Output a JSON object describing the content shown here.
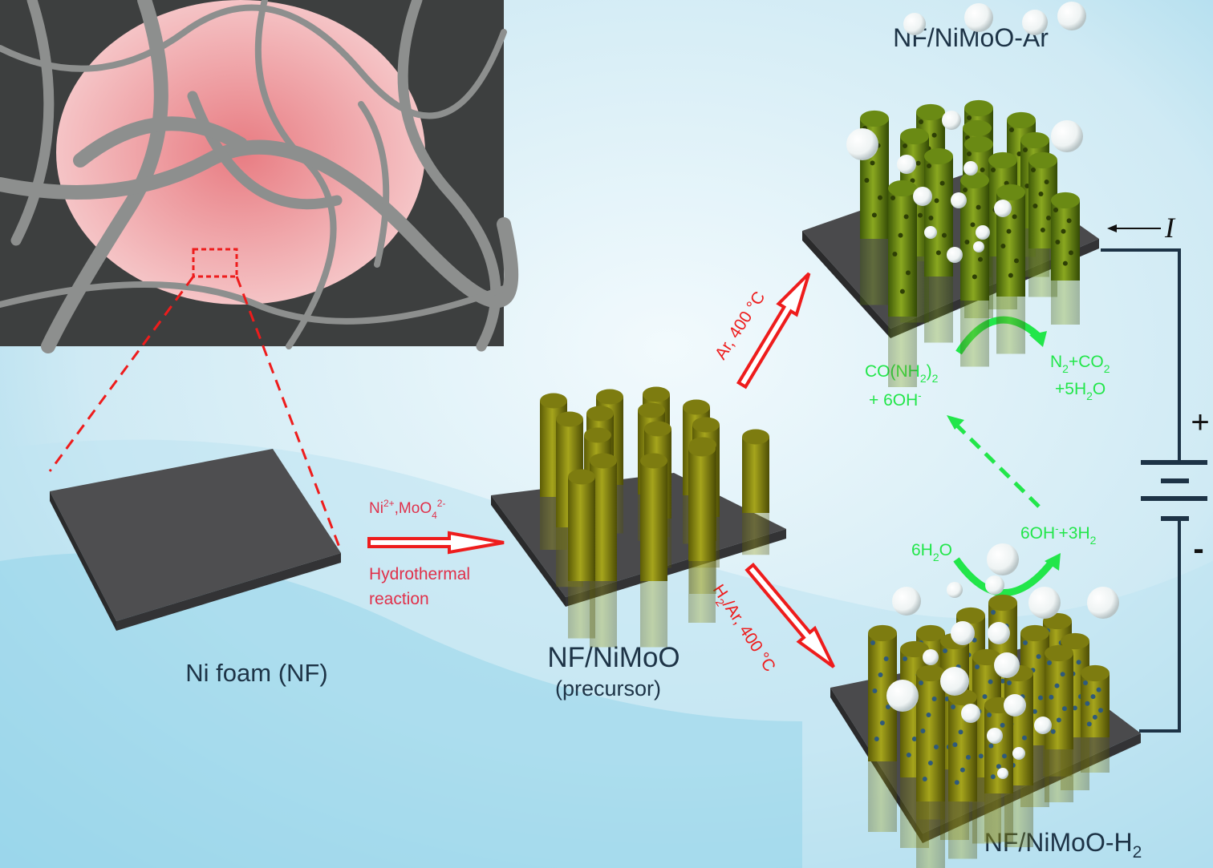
{
  "labels": {
    "ni_foam": "Ni foam (NF)",
    "precursor_title": "NF/NiMoO",
    "precursor_sub": "(precursor)",
    "ar_product": "NF/NiMoO-Ar",
    "h2_product_main": "NF/NiMoO-H",
    "h2_product_sub": "2"
  },
  "step1": {
    "reagent_ni": "Ni",
    "reagent_ni_sup": "2+",
    "reagent_mo": ",MoO",
    "reagent_mo_sub": "4",
    "reagent_mo_sup": "2-",
    "line1": "Hydrothermal",
    "line2": "reaction"
  },
  "step_ar": {
    "text": "Ar, 400 °C"
  },
  "step_h2": {
    "h": "H",
    "sub": "2",
    "rest": "/Ar, 400 °C"
  },
  "reactions": {
    "urea_a": "CO(NH",
    "urea_sub1": "2",
    "urea_b": ")",
    "urea_sub2": "2",
    "oh_a": "+ 6OH",
    "oh_sup": "-",
    "prod_n": "N",
    "prod_sub1": "2",
    "prod_b": "+CO",
    "prod_sub2": "2",
    "water_a": "+5H",
    "water_sub": "2",
    "water_b": "O",
    "her_a": "6OH",
    "her_sup": "-",
    "her_b": "+3H",
    "her_sub": "2",
    "h2o_a": "6H",
    "h2o_sub": "2",
    "h2o_b": "O"
  },
  "circuit": {
    "current": "I",
    "plus": "+",
    "minus": "-"
  },
  "colors": {
    "red": "#ee1c1c",
    "green": "#22e64a",
    "navy": "#1d3346",
    "rod": "#8a8a10",
    "plate": "#4a4a4c"
  }
}
